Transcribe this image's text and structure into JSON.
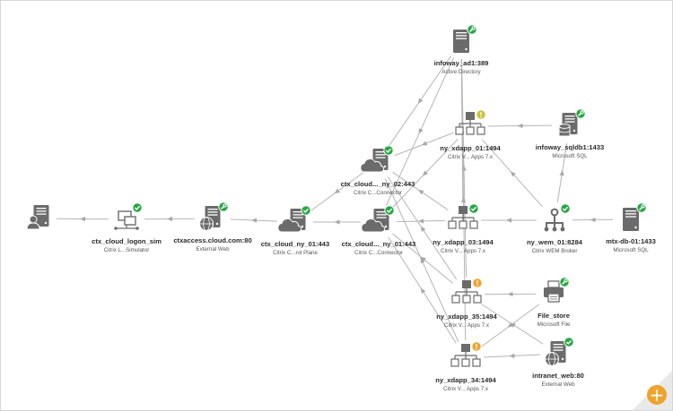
{
  "diagram": {
    "colors": {
      "icon": "#6b6b6b",
      "edge": "#b5b5b5",
      "badge_ok": "#27a844",
      "badge_warning": "#f0a22e",
      "badge_info": "#c8c23a"
    },
    "nodes": [
      {
        "id": "user",
        "icon": "user-server-icon",
        "title": "",
        "subtitle": "",
        "badge": ""
      },
      {
        "id": "logon_sim",
        "icon": "user-network-icon",
        "title": "ctx_cloud_logon_sim",
        "subtitle": "Citrix L...Simulator",
        "badge": "ok"
      },
      {
        "id": "ctxaccess",
        "icon": "server-globe-icon",
        "title": "ctxaccess.cloud.com:80",
        "subtitle": "External Web",
        "badge": "wrench"
      },
      {
        "id": "ctx_ny_01",
        "icon": "server-cloud-icon",
        "title": "ctx_cloud_ny_01:443",
        "subtitle": "Citrix C...rol Plane",
        "badge": "ok"
      },
      {
        "id": "ctx_connector_01",
        "icon": "server-cloud-icon",
        "title": "ctx_cloud..._ny_01:443",
        "subtitle": "Citrix C...Connector",
        "badge": "ok"
      },
      {
        "id": "ctx_connector_02",
        "icon": "server-cloud-icon",
        "title": "ctx_cloud..._ny_02:443",
        "subtitle": "Citrix C...Connector",
        "badge": "ok"
      },
      {
        "id": "infoway_ad1",
        "icon": "server-icon",
        "title": "infoway_ad1:389",
        "subtitle": "Active Directory",
        "badge": "wrench"
      },
      {
        "id": "ny_xdapp_01",
        "icon": "server-hierarchy-icon",
        "title": "ny_xdapp_01:1494",
        "subtitle": "Citrix V... Apps 7.x",
        "badge": "info"
      },
      {
        "id": "infoway_sqldb1",
        "icon": "server-database-icon",
        "title": "infoway_sqldb1:1433",
        "subtitle": "Microsoft SQL",
        "badge": "wrench"
      },
      {
        "id": "ny_xdapp_03",
        "icon": "server-hierarchy-icon",
        "title": "ny_xdapp_03:1494",
        "subtitle": "Citrix V... Apps 7.x",
        "badge": "ok"
      },
      {
        "id": "ny_wem_01",
        "icon": "broker-tree-icon",
        "title": "ny_wem_01:8284",
        "subtitle": "Citrix WEM Broker",
        "badge": "ok"
      },
      {
        "id": "mtx_db",
        "icon": "server-icon",
        "title": "mtx-db-01:1433",
        "subtitle": "Microsoft SQL",
        "badge": "wrench"
      },
      {
        "id": "ny_xdapp_35",
        "icon": "server-hierarchy-icon",
        "title": "ny_xdapp_35:1494",
        "subtitle": "Citrix V... Apps 7.x",
        "badge": "warning"
      },
      {
        "id": "file_store",
        "icon": "printer-icon",
        "title": "File_store",
        "subtitle": "Microsoft File",
        "badge": "wrench"
      },
      {
        "id": "ny_xdapp_34",
        "icon": "server-hierarchy-icon",
        "title": "ny_xdapp_34:1494",
        "subtitle": "Citrix V... Apps 7.x",
        "badge": "warning"
      },
      {
        "id": "intranet_web",
        "icon": "server-globe-icon",
        "title": "intranet_web:80",
        "subtitle": "External Web",
        "badge": "ok"
      }
    ],
    "edges": [
      {
        "from": "logon_sim",
        "to": "user"
      },
      {
        "from": "ctxaccess",
        "to": "logon_sim"
      },
      {
        "from": "ctx_ny_01",
        "to": "ctxaccess"
      },
      {
        "from": "ctx_connector_01",
        "to": "ctx_ny_01"
      },
      {
        "from": "ctx_connector_02",
        "to": "ctx_ny_01"
      },
      {
        "from": "ny_xdapp_01",
        "to": "ctx_connector_02"
      },
      {
        "from": "ny_xdapp_01",
        "to": "ctx_connector_01"
      },
      {
        "from": "ny_xdapp_03",
        "to": "ctx_connector_02"
      },
      {
        "from": "ny_xdapp_03",
        "to": "ctx_connector_01"
      },
      {
        "from": "ny_xdapp_35",
        "to": "ctx_connector_02"
      },
      {
        "from": "ny_xdapp_35",
        "to": "ctx_connector_01"
      },
      {
        "from": "ny_xdapp_34",
        "to": "ctx_connector_02"
      },
      {
        "from": "ny_xdapp_34",
        "to": "ctx_connector_01"
      },
      {
        "from": "infoway_ad1",
        "to": "ctx_connector_02"
      },
      {
        "from": "infoway_ad1",
        "to": "ctx_connector_01"
      },
      {
        "from": "ny_xdapp_03",
        "to": "infoway_ad1"
      },
      {
        "from": "ny_xdapp_35",
        "to": "infoway_ad1"
      },
      {
        "from": "ny_xdapp_34",
        "to": "infoway_ad1"
      },
      {
        "from": "infoway_sqldb1",
        "to": "ny_xdapp_01"
      },
      {
        "from": "ny_wem_01",
        "to": "ny_xdapp_03"
      },
      {
        "from": "ny_wem_01",
        "to": "ny_xdapp_01"
      },
      {
        "from": "ny_wem_01",
        "to": "infoway_sqldb1"
      },
      {
        "from": "mtx_db",
        "to": "ny_wem_01"
      },
      {
        "from": "file_store",
        "to": "ny_xdapp_35"
      },
      {
        "from": "file_store",
        "to": "ny_xdapp_34"
      },
      {
        "from": "intranet_web",
        "to": "ny_xdapp_34"
      },
      {
        "from": "intranet_web",
        "to": "ny_xdapp_35"
      }
    ]
  },
  "expand_button": {
    "label": "+"
  }
}
